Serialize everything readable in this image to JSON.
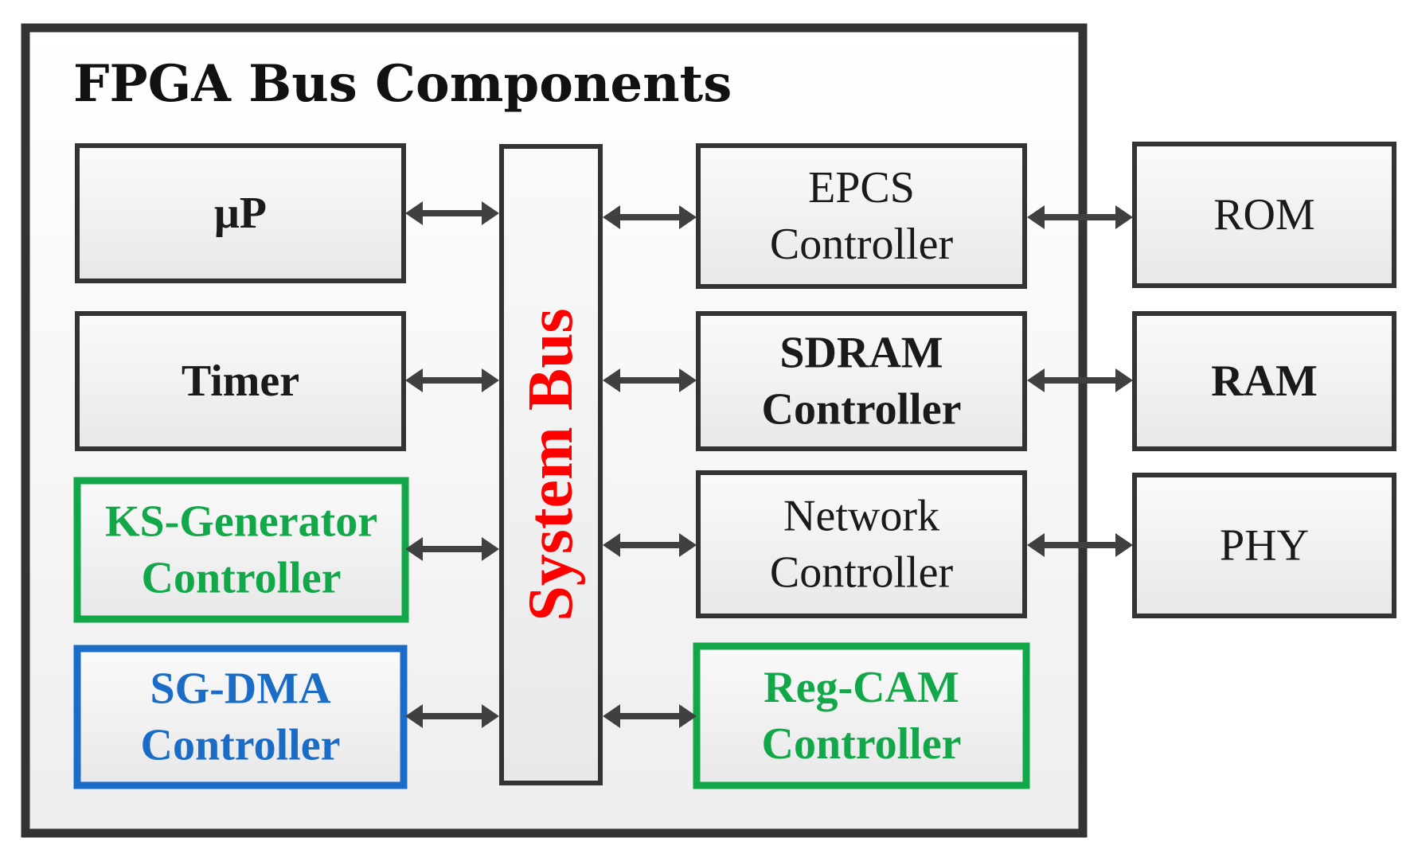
{
  "container": {
    "title": "FPGA Bus Components"
  },
  "bus": {
    "label": "System Bus"
  },
  "left_blocks": [
    {
      "id": "up",
      "lines": [
        "μP"
      ],
      "weight": "bold",
      "text_color": "#1a1a1a",
      "border_color": "#333333"
    },
    {
      "id": "timer",
      "lines": [
        "Timer"
      ],
      "weight": "bold",
      "text_color": "#1a1a1a",
      "border_color": "#333333"
    },
    {
      "id": "ks-generator",
      "lines": [
        "KS-Generator",
        "Controller"
      ],
      "weight": "bold",
      "text_color": "#12a84a",
      "border_color": "#12a84a"
    },
    {
      "id": "sg-dma",
      "lines": [
        "SG-DMA",
        "Controller"
      ],
      "weight": "bold",
      "text_color": "#1a6cc6",
      "border_color": "#1a6cc6"
    }
  ],
  "right_blocks": [
    {
      "id": "epcs",
      "lines": [
        "EPCS",
        "Controller"
      ],
      "weight": "normal",
      "text_color": "#1a1a1a",
      "border_color": "#333333"
    },
    {
      "id": "sdram",
      "lines": [
        "SDRAM",
        "Controller"
      ],
      "weight": "bold",
      "text_color": "#1a1a1a",
      "border_color": "#333333"
    },
    {
      "id": "network",
      "lines": [
        "Network",
        "Controller"
      ],
      "weight": "normal",
      "text_color": "#1a1a1a",
      "border_color": "#333333"
    },
    {
      "id": "reg-cam",
      "lines": [
        "Reg-CAM",
        "Controller"
      ],
      "weight": "bold",
      "text_color": "#12a84a",
      "border_color": "#12a84a"
    }
  ],
  "external_blocks": [
    {
      "id": "rom",
      "lines": [
        "ROM"
      ],
      "weight": "normal",
      "text_color": "#1a1a1a",
      "border_color": "#333333"
    },
    {
      "id": "ram",
      "lines": [
        "RAM"
      ],
      "weight": "bold",
      "text_color": "#1a1a1a",
      "border_color": "#333333"
    },
    {
      "id": "phy",
      "lines": [
        "PHY"
      ],
      "weight": "normal",
      "text_color": "#1a1a1a",
      "border_color": "#333333"
    }
  ],
  "colors": {
    "container_border": "#333333",
    "block_fill": "#f3f3f3",
    "arrow": "#404040",
    "bus_label": "#ff0000"
  }
}
